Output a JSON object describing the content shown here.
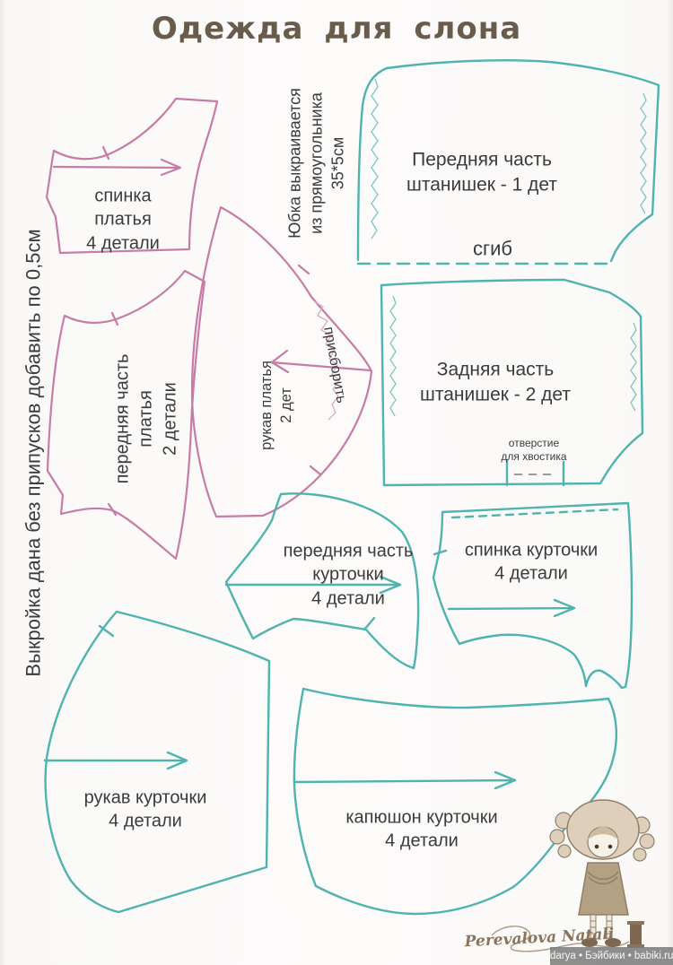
{
  "title": "Одежда для слона",
  "colors": {
    "pink": "#c77ca6",
    "pink_light": "#dbabc8",
    "teal": "#4fb3ae",
    "teal_light": "#7cc6c2",
    "ink": "#3b3b3b",
    "title_brown": "#6a5c4c",
    "signature_brown": "#8a745d",
    "watermark_bg": "rgba(122,122,122,0.85)",
    "watermark_text": "#f7f7f7"
  },
  "notes": {
    "seam_allowance": "Выкройка дана без припусков добавить по 0,5см",
    "skirt": "Юбка выкраивается\nиз прямоугольника\n35*5см",
    "gather": "присборить",
    "fold": "сгиб",
    "tail_hole": "отверстие\nдля хвостика"
  },
  "pieces": {
    "dress_back": "спинка\nплатья\n4 детали",
    "dress_front": "передняя часть\nплатья\n2 детали",
    "dress_sleeve": "рукав платья\n2 дет",
    "pants_front": "Передняя часть\nштанишек - 1 дет",
    "pants_back": "Задняя часть\nштанишек - 2 дет",
    "jacket_front": "передняя часть\nкурточки\n4 детали",
    "jacket_back": "спинка курточки\n4 детали",
    "jacket_sleeve": "рукав курточки\n4 детали",
    "hood": "капюшон курточки\n4 детали"
  },
  "footer": {
    "signature": "Perevalova Natali",
    "watermark": "darya • Бэйбики • babiki.ru"
  }
}
